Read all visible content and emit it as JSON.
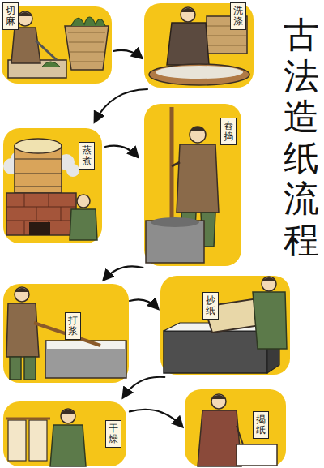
{
  "diagram": {
    "title": "古法造纸流程",
    "nodes": [
      {
        "text": [
          "切麻"
        ]
      },
      {
        "text": [
          "洗涤"
        ]
      },
      {
        "text": [
          "蒸煮"
        ]
      },
      {
        "text": [
          "舂捣"
        ]
      },
      {
        "text": [
          "打浆"
        ]
      },
      {
        "text": [
          "抄纸"
        ]
      },
      {
        "text": [
          "干燥"
        ]
      },
      {
        "text": [
          "揭纸"
        ]
      }
    ],
    "edges": [
      {
        "from": 0,
        "to": 1,
        "arrow": "to"
      },
      {
        "from": 1,
        "to": 2,
        "arrow": "to"
      },
      {
        "from": 2,
        "to": 3,
        "arrow": "to"
      },
      {
        "from": 3,
        "to": 4,
        "arrow": "to"
      },
      {
        "from": 4,
        "to": 5,
        "arrow": "to"
      },
      {
        "from": 5,
        "to": 6,
        "arrow": "to"
      },
      {
        "from": 6,
        "to": 7,
        "arrow": "to"
      }
    ]
  }
}
